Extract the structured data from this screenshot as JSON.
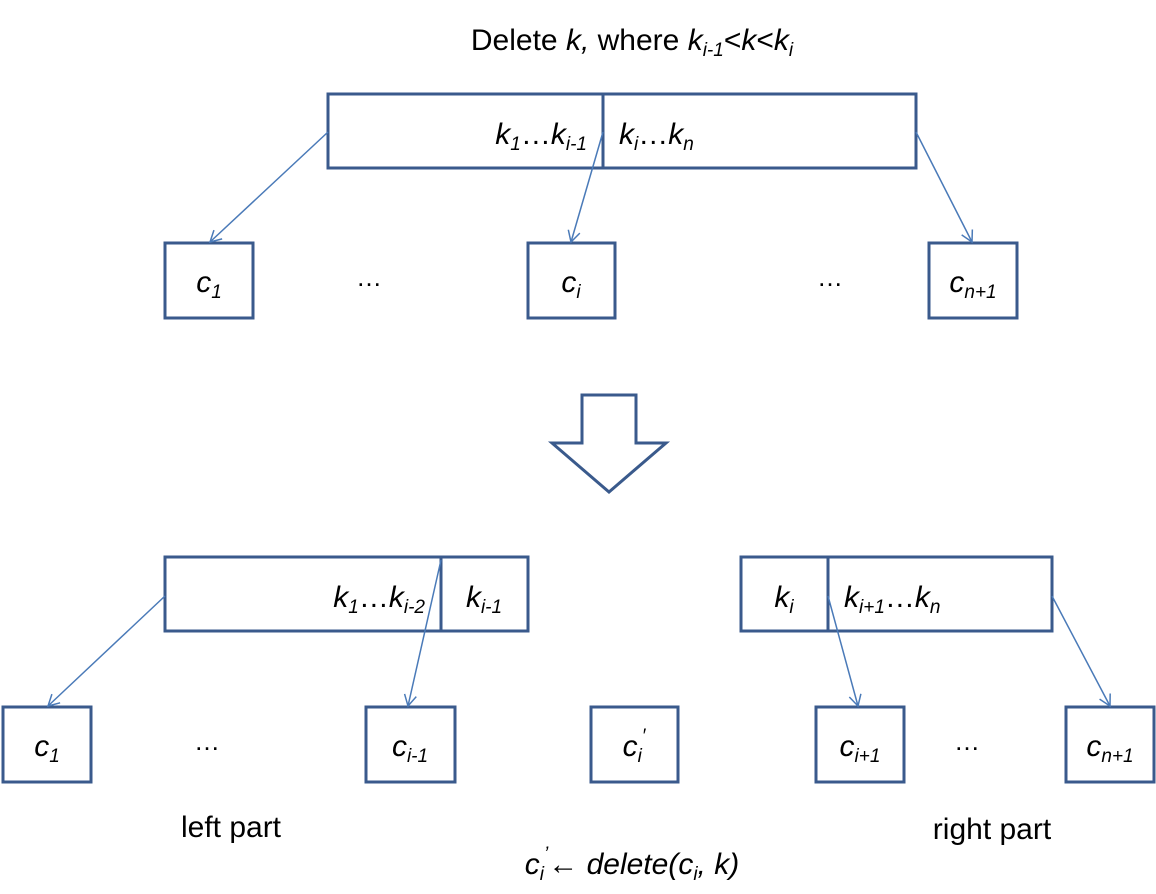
{
  "colors": {
    "box_stroke": "#3a5a8c",
    "arrow": "#4a7ab8"
  },
  "title": {
    "prefix": "Delete ",
    "k": "k",
    "comma": ",",
    "where": " where ",
    "k_a": "k",
    "sub_a": "i-1",
    "lt1": "<",
    "k_b": "k",
    "lt2": "<",
    "k_c": "k",
    "sub_c": "i"
  },
  "top": {
    "node_left": {
      "k1": "k",
      "s1": "1",
      "dots": "…",
      "k2": "k",
      "s2": "i-1"
    },
    "node_right": {
      "k1": "k",
      "s1": "i",
      "dots": "…",
      "k2": "k",
      "s2": "n"
    },
    "children": [
      {
        "c": "c",
        "sub": "1"
      },
      {
        "c": "c",
        "sub": "i"
      },
      {
        "c": "c",
        "sub": "n+1"
      }
    ],
    "ellipsis_left": "…",
    "ellipsis_right": "…"
  },
  "transition_icon": "down-arrow-icon",
  "bottom_left": {
    "node_left": {
      "k1": "k",
      "s1": "1",
      "dots": "…",
      "k2": "k",
      "s2": "i-2"
    },
    "node_right": {
      "k": "k",
      "s": "i-1"
    },
    "children": [
      {
        "c": "c",
        "sub": "1"
      },
      {
        "c": "c",
        "sub": "i-1"
      }
    ],
    "ellipsis": "…",
    "label": "left part"
  },
  "middle_child": {
    "c": "c",
    "sub": "i",
    "prime": "′"
  },
  "bottom_right": {
    "node_left": {
      "k": "k",
      "s": "i"
    },
    "node_right": {
      "k1": "k",
      "s1": "i+1",
      "dots": "…",
      "k2": "k",
      "s2": "n"
    },
    "children": [
      {
        "c": "c",
        "sub": "i+1"
      },
      {
        "c": "c",
        "sub": "n+1"
      }
    ],
    "ellipsis": "…",
    "label": "right part"
  },
  "formula": {
    "c": "c",
    "sub": "i",
    "prime": "’",
    "larrow": "←",
    "fn": " delete(",
    "c2": "c",
    "sub2": "i",
    "rest": ", k)"
  }
}
